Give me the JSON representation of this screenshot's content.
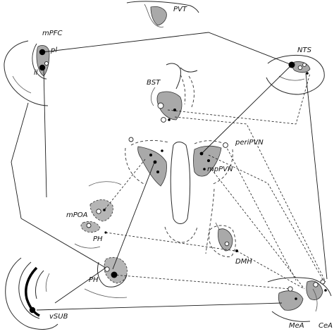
{
  "labels": {
    "pvt": "PVT",
    "mpfc": "mPFC",
    "pl": "pl",
    "il": "il",
    "nts": "NTS",
    "bst": "BST",
    "peripvn": "periPVN",
    "mppvn": "mpPVN",
    "mpoa": "mPOA",
    "ph_upper": "PH",
    "dmh": "DMH",
    "ph_lower": "PH",
    "vsub": "vSUB",
    "mea": "MeA",
    "cea": "CeA"
  },
  "colors": {
    "region_fill": "#a9a9a9",
    "line": "#1a1a1a"
  }
}
